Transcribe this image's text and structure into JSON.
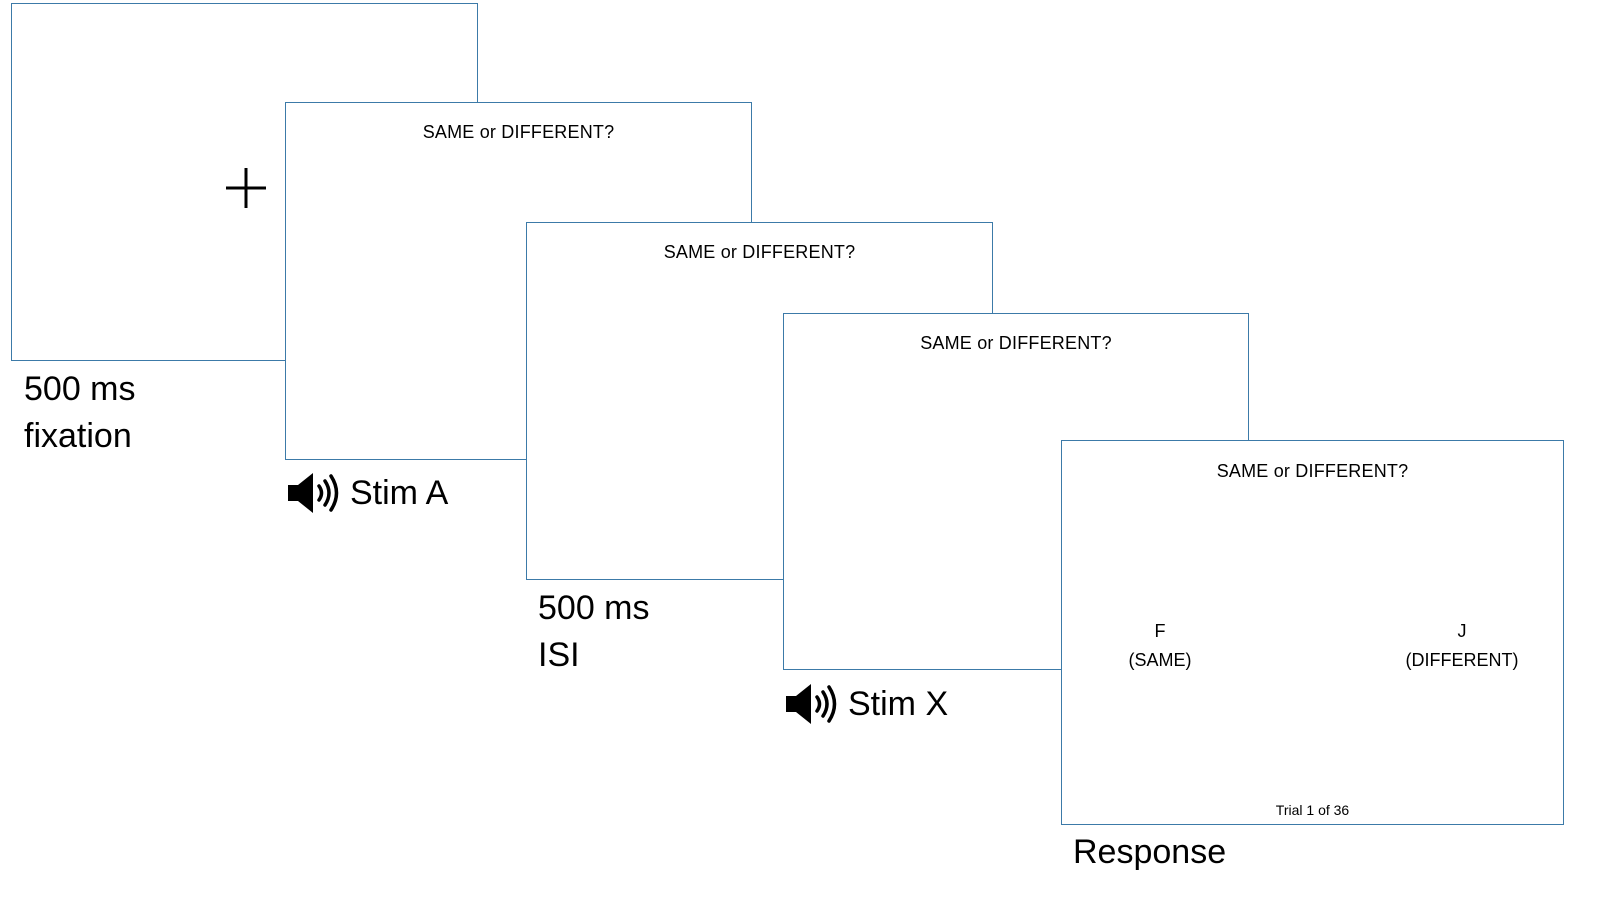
{
  "screens": {
    "fixation": {
      "symbol": "+"
    },
    "stim_a": {
      "prompt": "SAME or DIFFERENT?"
    },
    "isi": {
      "prompt": "SAME or DIFFERENT?"
    },
    "stim_x": {
      "prompt": "SAME or DIFFERENT?"
    },
    "response": {
      "prompt": "SAME or DIFFERENT?",
      "left_key": "F",
      "left_label": "(SAME)",
      "right_key": "J",
      "right_label": "(DIFFERENT)",
      "trial_counter": "Trial 1 of 36"
    }
  },
  "captions": {
    "fixation_line1": "500 ms",
    "fixation_line2": "fixation",
    "stim_a": "Stim A",
    "isi_line1": "500 ms",
    "isi_line2": "ISI",
    "stim_x": "Stim X",
    "response": "Response"
  },
  "icons": {
    "stim_a_icon": "speaker-icon",
    "stim_x_icon": "speaker-icon"
  },
  "colors": {
    "screen_border": "#3c7aa8",
    "text": "#000000"
  }
}
